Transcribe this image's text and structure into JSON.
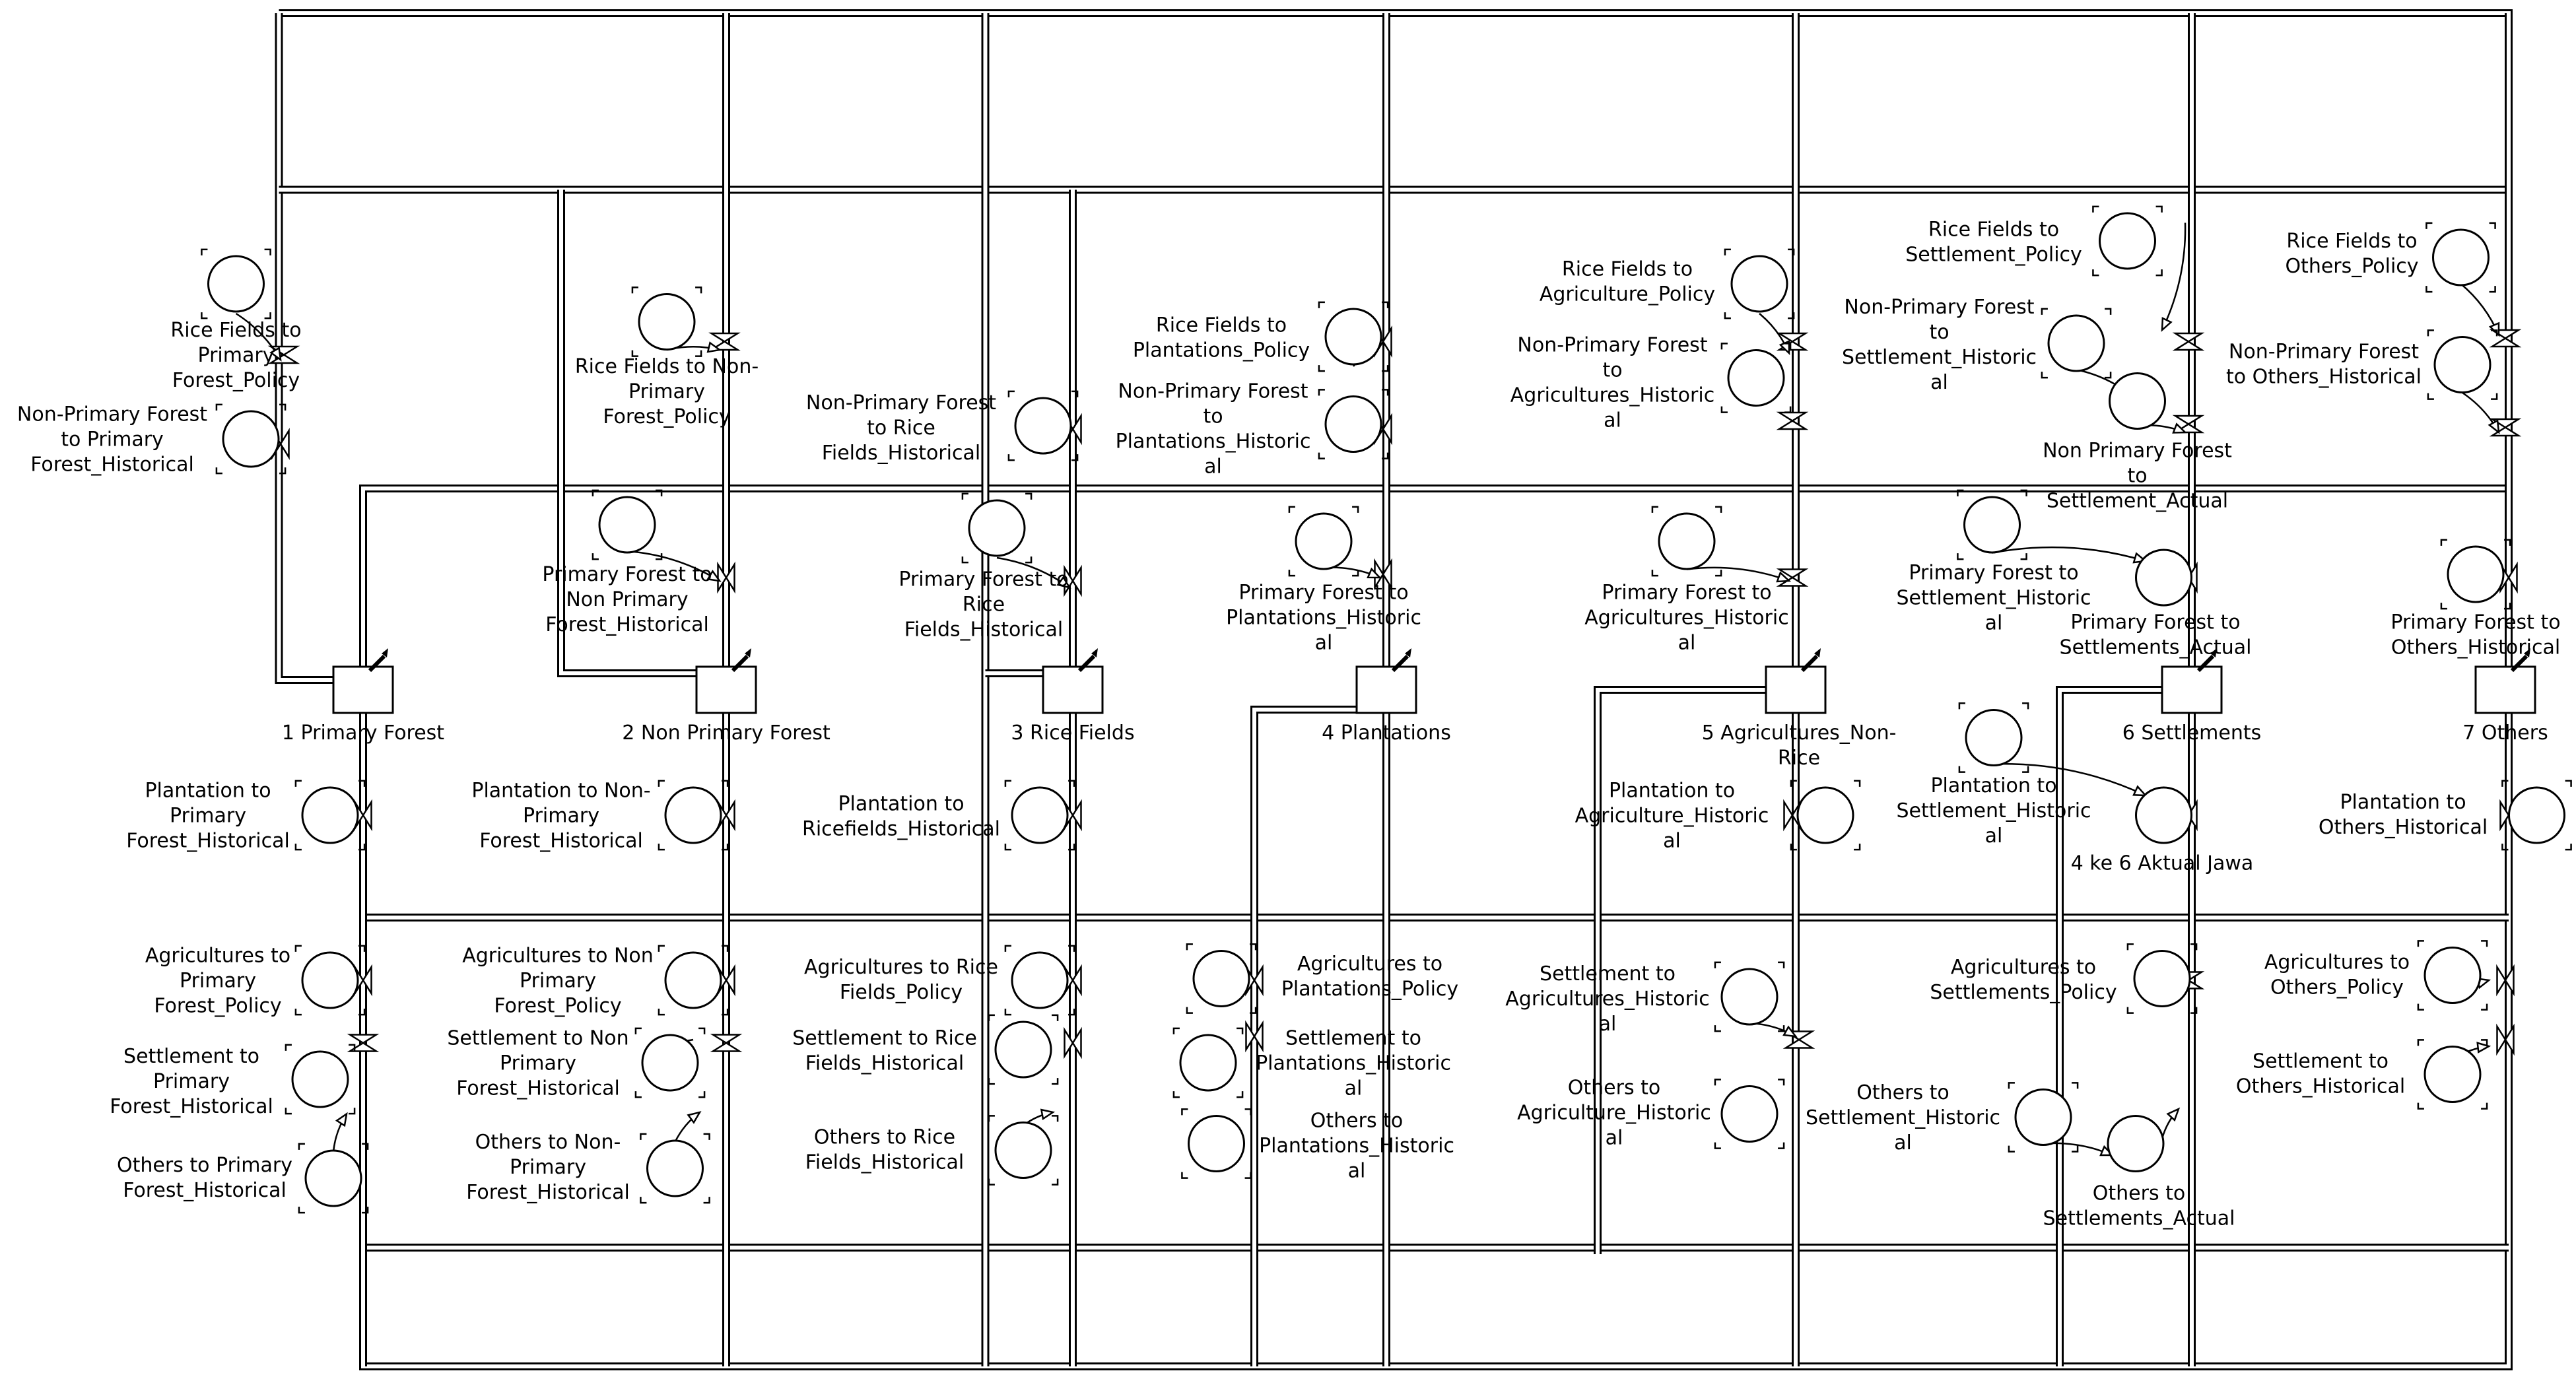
{
  "diagram": {
    "stocks": [
      "1 Primary Forest",
      "2 Non Primary Forest",
      "3 Rice Fields",
      "4 Plantations",
      "5 Agricultures_Non-Rice",
      "6 Settlements",
      "7 Others"
    ],
    "variables": [
      "Rice Fields to Primary Forest_Policy",
      "Non-Primary Forest to Primary Forest_Historical",
      "Rice Fields to Non-Primary Forest_Policy",
      "Non-Primary Forest to Rice Fields_Historical",
      "Rice Fields to Plantations_Policy",
      "Non-Primary Forest to Plantations_Historical",
      "Rice Fields to Agriculture_Policy",
      "Non-Primary Forest to Agricultures_Historical",
      "Rice Fields to Settlement_Policy",
      "Non-Primary Forest to Settlement_Historical",
      "Non Primary Forest to Settlement_Actual",
      "Rice Fields to Others_Policy",
      "Non-Primary Forest to Others_Historical",
      "Primary Forest to Non Primary Forest_Historical",
      "Primary Forest to Rice Fields_Historical",
      "Primary Forest to Plantations_Historical",
      "Primary Forest to Agricultures_Historical",
      "Primary Forest to Settlement_Historical",
      "Primary Forest to Settlements_Actual",
      "Primary Forest to Others_Historical",
      "Plantation to Primary Forest_Historical",
      "Plantation to Non-Primary Forest_Historical",
      "Plantation to Ricefields_Historical",
      "Plantation to Agriculture_Historical",
      "Plantation to Settlement_Historical",
      "4 ke 6 Aktual Jawa",
      "Plantation to Others_Historical",
      "Agricultures to Primary Forest_Policy",
      "Settlement to Primary Forest_Historical",
      "Others to Primary Forest_Historical",
      "Agricultures to Non Primary Forest_Policy",
      "Settlement to Non Primary Forest_Historical",
      "Others to Non-Primary Forest_Historical",
      "Agricultures to Rice Fields_Policy",
      "Settlement to Rice Fields_Historical",
      "Others to Rice Fields_Historical",
      "Agricultures to Plantations_Policy",
      "Settlement to Plantations_Historical",
      "Others to Plantations_Historical",
      "Settlement to Agricultures_Historical",
      "Others to Agriculture_Historical",
      "Agricultures to Settlements_Policy",
      "Others to Settlement_Historical",
      "Others to Settlements_Actual",
      "Agricultures to Others_Policy",
      "Settlement to Others_Historical"
    ]
  }
}
